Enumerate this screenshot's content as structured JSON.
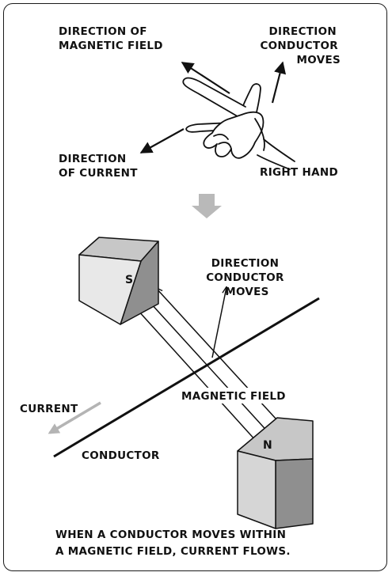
{
  "hand_section": {
    "label_field": [
      "DIRECTION OF",
      "MAGNETIC FIELD"
    ],
    "label_motion": [
      "DIRECTION",
      "CONDUCTOR",
      "MOVES"
    ],
    "label_current": [
      "DIRECTION",
      "OF CURRENT"
    ],
    "label_hand": "RIGHT HAND"
  },
  "magnet_section": {
    "label_motion": [
      "DIRECTION",
      "CONDUCTOR",
      "MOVES"
    ],
    "south_pole": "S",
    "north_pole": "N",
    "label_field": "MAGNETIC FIELD",
    "label_current": "CURRENT",
    "label_conductor": "CONDUCTOR"
  },
  "caption": [
    "WHEN A CONDUCTOR MOVES WITHIN",
    "A MAGNETIC FIELD, CURRENT FLOWS."
  ],
  "colors": {
    "ink": "#111111",
    "gray_arrow": "#b4b4b4",
    "magnet_front": "#e9e9e9",
    "magnet_side": "#8f8f8f",
    "magnet_top": "#c4c4c4"
  }
}
